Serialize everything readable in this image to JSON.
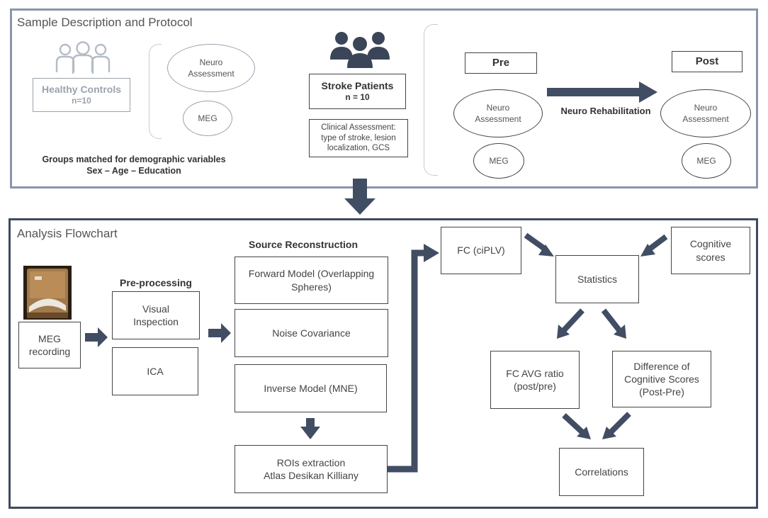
{
  "top_panel": {
    "title": "Sample Description and Protocol",
    "healthy": {
      "name": "Healthy Controls",
      "n": "n=10"
    },
    "healthy_neuro": "Neuro\nAssessment",
    "healthy_meg": "MEG",
    "matched_line1": "Groups matched for demographic variables",
    "matched_line2": "Sex – Age – Education",
    "stroke": {
      "name": "Stroke Patients",
      "n": "n = 10"
    },
    "clinical": "Clinical Assessment:\ntype of stroke, lesion\nlocalization, GCS",
    "pre_label": "Pre",
    "post_label": "Post",
    "pre_neuro": "Neuro\nAssessment",
    "post_neuro": "Neuro\nAssessment",
    "pre_meg": "MEG",
    "post_meg": "MEG",
    "rehab_label": "Neuro Rehabilitation"
  },
  "bottom_panel": {
    "title": "Analysis Flowchart",
    "meg_recording": "MEG\nrecording",
    "preprocessing_title": "Pre-processing",
    "visual_inspection": "Visual\nInspection",
    "ica": "ICA",
    "source_title": "Source Reconstruction",
    "forward_model": "Forward Model (Overlapping\nSpheres)",
    "noise_cov": "Noise Covariance",
    "inverse_model": "Inverse Model (MNE)",
    "rois": "ROIs extraction\nAtlas Desikan Killiany",
    "fc": "FC (ciPLV)",
    "cognitive": "Cognitive\nscores",
    "statistics": "Statistics",
    "fc_avg": "FC AVG ratio\n(post/pre)",
    "difference": "Difference of\nCognitive Scores\n(Post-Pre)",
    "correlations": "Correlations"
  },
  "colors": {
    "arrow": "#414d63",
    "panel_top_border": "#8a96a8",
    "panel_bottom_border": "#3f4a5e",
    "light_box": "#9aa3ad"
  },
  "icons": {
    "healthy_group": "people-outline-icon",
    "stroke_group": "people-filled-icon",
    "meg_photo": "meg-scanner-photo"
  }
}
